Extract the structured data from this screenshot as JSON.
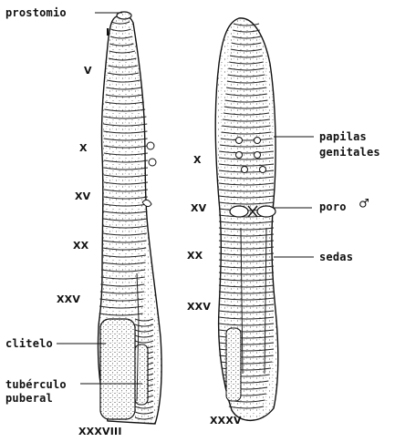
{
  "labels": {
    "prostomio": "prostomio",
    "clitelo": "clitelo",
    "tuberculo": "tubérculo",
    "puberal": "puberal",
    "papilas": "papilas",
    "genitales": "genitales",
    "poro": "poro",
    "male_symbol": "♂",
    "sedas": "sedas"
  },
  "left_numerals": {
    "I": "I",
    "V": "V",
    "X": "X",
    "XV": "XV",
    "XX": "XX",
    "XXV": "XXV",
    "XXXVIII": "XXXVIII"
  },
  "right_numerals": {
    "X": "X",
    "XV": "XV",
    "XX": "XX",
    "XXV": "XXV",
    "XXXV": "XXXV"
  }
}
